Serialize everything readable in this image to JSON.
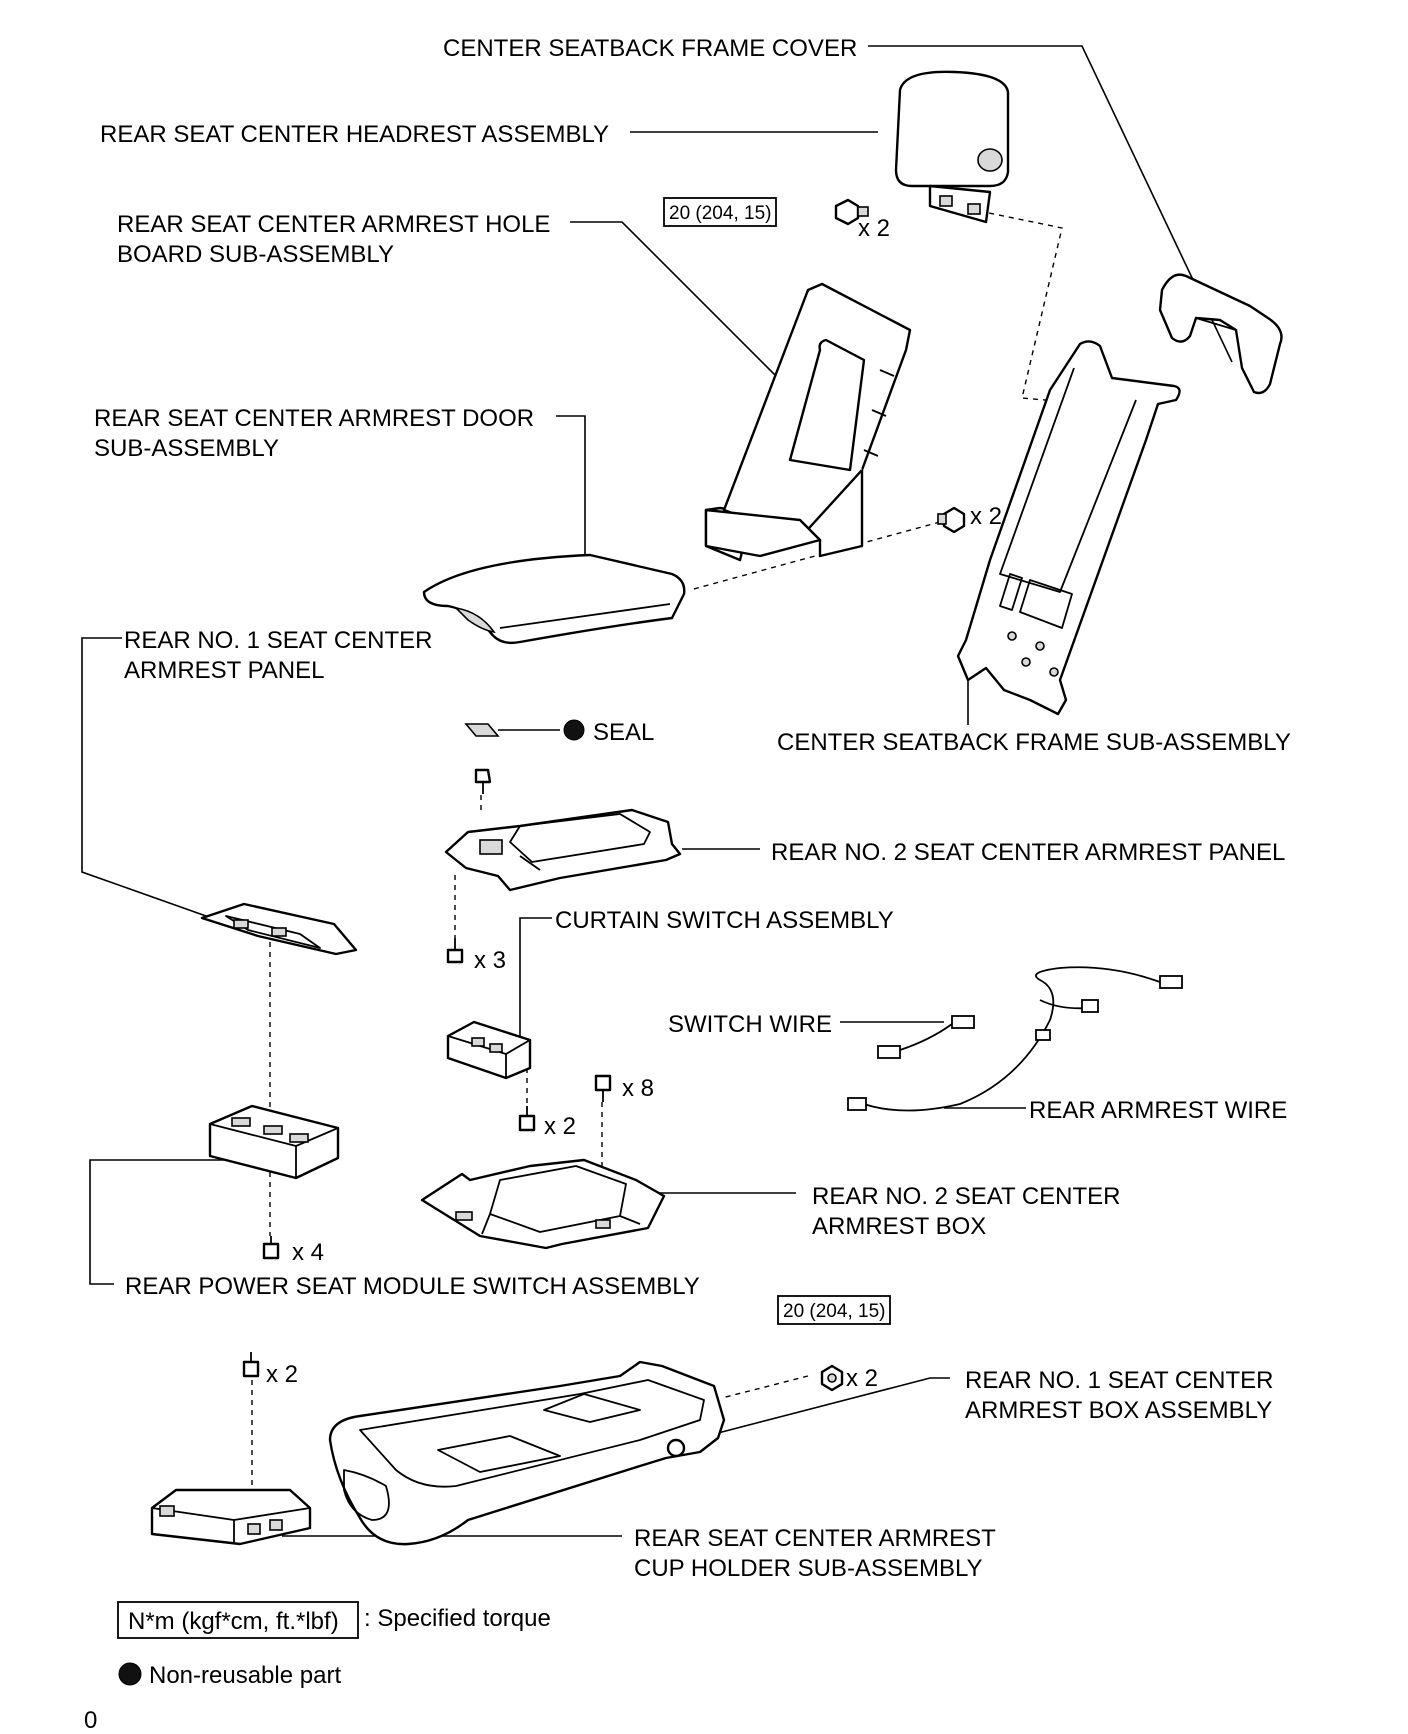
{
  "labels": {
    "center_seatback_frame_cover": "CENTER SEATBACK FRAME COVER",
    "rear_seat_center_headrest_assembly": "REAR SEAT CENTER HEADREST ASSEMBLY",
    "hole_board_line1": "REAR SEAT CENTER ARMREST HOLE",
    "hole_board_line2": "BOARD SUB-ASSEMBLY",
    "door_line1": "REAR SEAT CENTER ARMREST DOOR",
    "door_line2": "SUB-ASSEMBLY",
    "no1_panel_line1": "REAR NO. 1 SEAT CENTER",
    "no1_panel_line2": "ARMREST PANEL",
    "seal": "SEAL",
    "center_seatback_frame_sub_assembly": "CENTER SEATBACK FRAME SUB-ASSEMBLY",
    "no2_panel": "REAR NO. 2 SEAT CENTER ARMREST PANEL",
    "curtain_switch_assembly": "CURTAIN SWITCH ASSEMBLY",
    "switch_wire": "SWITCH WIRE",
    "rear_armrest_wire": "REAR ARMREST WIRE",
    "no2_box_line1": "REAR NO. 2 SEAT CENTER",
    "no2_box_line2": "ARMREST BOX",
    "power_seat_module_switch": "REAR POWER SEAT MODULE SWITCH ASSEMBLY",
    "no1_box_line1": "REAR NO. 1 SEAT CENTER",
    "no1_box_line2": "ARMREST BOX ASSEMBLY",
    "cup_holder_line1": "REAR SEAT CENTER ARMREST",
    "cup_holder_line2": "CUP HOLDER SUB-ASSEMBLY"
  },
  "torque": {
    "headrest_bolt": "20 (204, 15)",
    "box_nut": "20 (204, 15)"
  },
  "quantities": {
    "headrest_bolt": "x 2",
    "hole_board_screw": "x 2",
    "no2_panel_screw": "x 3",
    "curtain_switch_screw": "x 2",
    "no2_box_screw": "x 8",
    "power_switch_screw": "x 4",
    "cup_holder_screw": "x 2",
    "box_nut": "x 2"
  },
  "legend": {
    "torque_box": "N*m (kgf*cm, ft.*lbf)",
    "torque_desc": ": Specified torque",
    "non_reusable": "Non-reusable part"
  },
  "figure_code": "0"
}
